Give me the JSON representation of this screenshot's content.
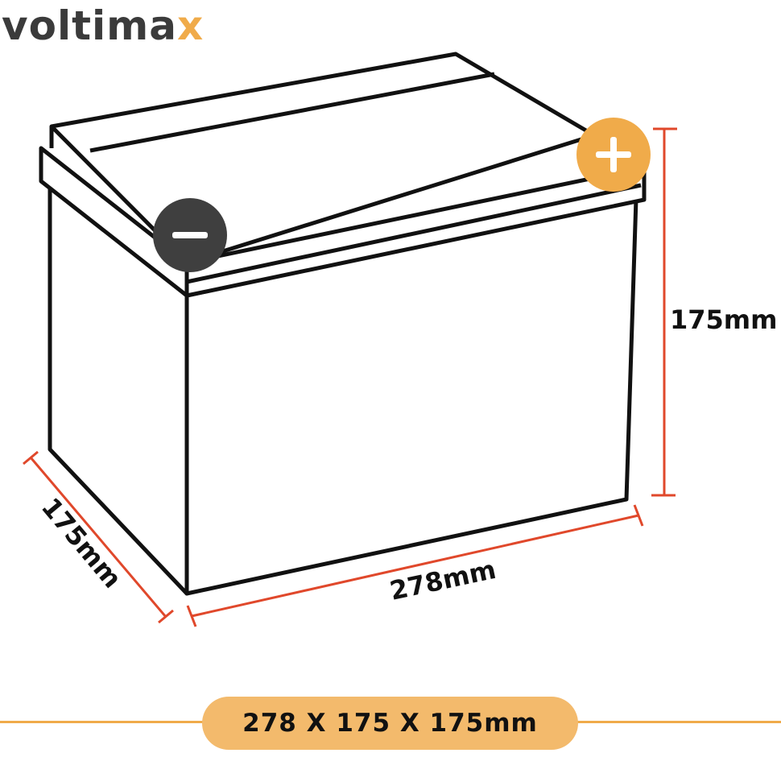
{
  "brand": {
    "logo_main": "voltima",
    "logo_accent": "x"
  },
  "dimensions": {
    "height_label": "175mm",
    "depth_label": "175mm",
    "width_label": "278mm"
  },
  "terminals": {
    "positive_icon": "plus-icon",
    "negative_icon": "minus-icon"
  },
  "footer": {
    "summary": "278 X 175 X 175mm"
  },
  "colors": {
    "accent": "#f0ab4a",
    "pill": "#f3ba6c",
    "dimension_line": "#e0482b",
    "negative_terminal": "#3f3f3f",
    "outline": "#111111"
  }
}
